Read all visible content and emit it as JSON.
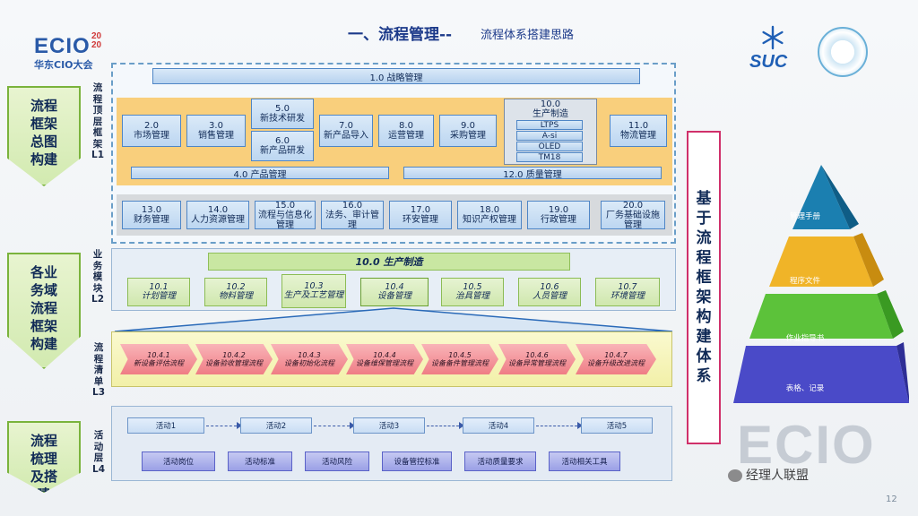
{
  "header": {
    "title": "一、流程管理",
    "separator": "--",
    "subtitle": "流程体系搭建思路",
    "page_number": "12"
  },
  "logos": {
    "ecio": "ECIO",
    "ecio_year_top": "20",
    "ecio_year_bottom": "20",
    "ecio_sub": "华东CIO大会",
    "suc": "SUC"
  },
  "left_labels": [
    "流程框架总图构建",
    "各业务域流程框架构建",
    "流程梳理及搭建"
  ],
  "layer_labels": {
    "l1": "流程顶层框架L1",
    "l2": "业务模块L2",
    "l3": "流程清单L3",
    "l4": "活动层L4"
  },
  "l1": {
    "strategy": "1.0 战略管理",
    "row1": [
      {
        "num": "2.0",
        "name": "市场管理"
      },
      {
        "num": "3.0",
        "name": "销售管理"
      },
      {
        "num": "7.0",
        "name": "新产品导入"
      },
      {
        "num": "8.0",
        "name": "运营管理"
      },
      {
        "num": "9.0",
        "name": "采购管理"
      },
      {
        "num": "11.0",
        "name": "物流管理"
      }
    ],
    "rd": [
      {
        "num": "5.0",
        "name": "新技术研发"
      },
      {
        "num": "6.0",
        "name": "新产品研发"
      }
    ],
    "production": {
      "num": "10.0",
      "name": "生产制造",
      "subs": [
        "LTPS",
        "A-si",
        "OLED",
        "TM18"
      ]
    },
    "product_mgmt": "4.0 产品管理",
    "quality_mgmt": "12.0 质量管理",
    "row3": [
      {
        "num": "13.0",
        "name": "财务管理"
      },
      {
        "num": "14.0",
        "name": "人力资源管理"
      },
      {
        "num": "15.0",
        "name": "流程与信息化管理"
      },
      {
        "num": "16.0",
        "name": "法务、审计管理"
      },
      {
        "num": "17.0",
        "name": "环安管理"
      },
      {
        "num": "18.0",
        "name": "知识产权管理"
      },
      {
        "num": "19.0",
        "name": "行政管理"
      },
      {
        "num": "20.0",
        "name": "厂务基础设施管理"
      }
    ]
  },
  "l2": {
    "title": "10.0 生产制造",
    "items": [
      {
        "num": "10.1",
        "name": "计划管理"
      },
      {
        "num": "10.2",
        "name": "物料管理"
      },
      {
        "num": "10.3",
        "name": "生产及工艺管理"
      },
      {
        "num": "10.4",
        "name": "设备管理"
      },
      {
        "num": "10.5",
        "name": "治具管理"
      },
      {
        "num": "10.6",
        "name": "人员管理"
      },
      {
        "num": "10.7",
        "name": "环境管理"
      }
    ]
  },
  "l3": [
    {
      "num": "10.4.1",
      "name": "新设备评估流程"
    },
    {
      "num": "10.4.2",
      "name": "设备验收管理流程"
    },
    {
      "num": "10.4.3",
      "name": "设备初始化流程"
    },
    {
      "num": "10.4.4",
      "name": "设备维保管理流程"
    },
    {
      "num": "10.4.5",
      "name": "设备备件管理流程"
    },
    {
      "num": "10.4.6",
      "name": "设备异常管理流程"
    },
    {
      "num": "10.4.7",
      "name": "设备升级改进流程"
    }
  ],
  "l4": {
    "activities": [
      "活动1",
      "活动2",
      "活动3",
      "活动4",
      "活动5"
    ],
    "properties": [
      "活动岗位",
      "活动标准",
      "活动风险",
      "设备管控标准",
      "活动质量要求",
      "活动相关工具"
    ]
  },
  "right_title": "基于流程框架构建体系",
  "pyramid": [
    "管理手册",
    "程序文件",
    "作业指导书",
    "表格、记录"
  ],
  "watermark": "经理人联盟",
  "colors": {
    "l1_orange": "#f9cf7c",
    "l2_green": "#c9e7a2",
    "l3_yellow": "#f2f0a8",
    "l3_arrow": "#ef7d85",
    "pyramid_top": "#1b7fb0",
    "pyramid_2": "#f0b428",
    "pyramid_3": "#5cc23a",
    "pyramid_4": "#4a4ac8"
  }
}
